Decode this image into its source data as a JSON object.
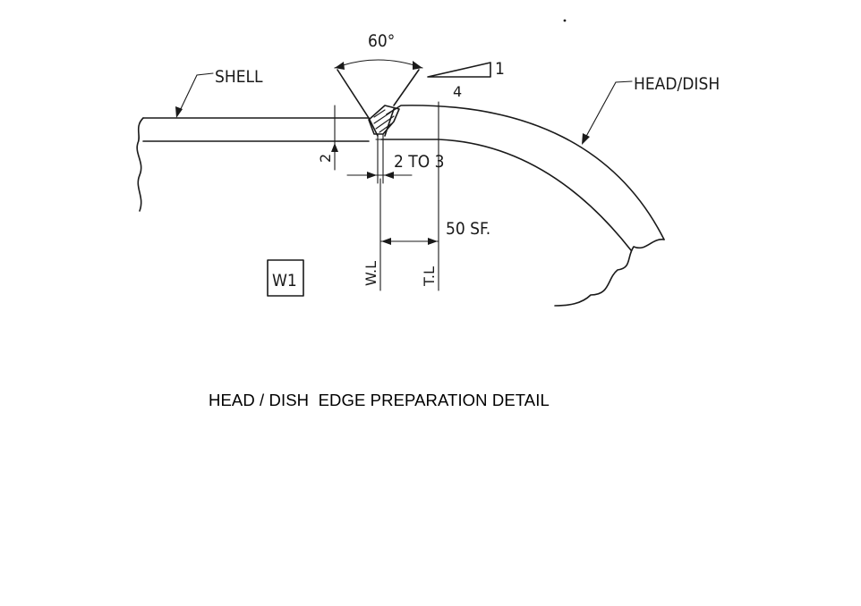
{
  "labels": {
    "shell": "SHELL",
    "head_dish": "HEAD/DISH",
    "angle": "60°",
    "slope_rise": "1",
    "slope_run": "4",
    "root_gap": "2",
    "land": "2 TO 3",
    "straight_flange": "50 SF.",
    "weld_id": "W1",
    "weld_line": "W.L",
    "tangent_line": "T.L"
  },
  "caption": "HEAD / DISH  EDGE PREPARATION DETAIL"
}
